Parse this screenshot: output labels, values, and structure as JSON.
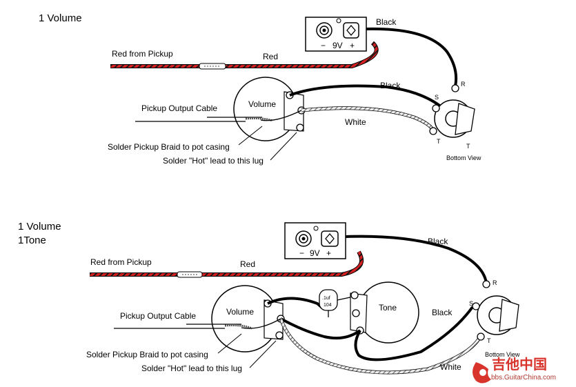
{
  "colors": {
    "red_wire": "#d42020",
    "black_wire": "#111111",
    "white_wire": "#f4f4f4",
    "watermark": "#d8342c"
  },
  "top": {
    "title": "1 Volume",
    "red_from_pickup": "Red from Pickup",
    "red": "Red",
    "black_to_jack": "Black",
    "black_from_pot": "Black",
    "white": "White",
    "pickup_output_cable": "Pickup Output Cable",
    "solder_braid": "Solder Pickup Braid to pot casing",
    "solder_hot": "Solder \"Hot\" lead to this lug",
    "pot_label": "Volume",
    "battery": {
      "minus": "−",
      "voltage": "9V",
      "plus": "+"
    },
    "jack": {
      "r": "R",
      "s": "S",
      "t1": "T",
      "t2": "T",
      "view": "Bottom View"
    }
  },
  "bottom": {
    "title_line1": "1 Volume",
    "title_line2": "1Tone",
    "red_from_pickup": "Red from Pickup",
    "red": "Red",
    "black_to_jack": "Black",
    "black_from_tone": "Black",
    "white": "White",
    "pickup_output_cable": "Pickup Output Cable",
    "solder_braid": "Solder Pickup Braid to pot casing",
    "solder_hot": "Solder \"Hot\" lead to this lug",
    "volume_label": "Volume",
    "tone_label": "Tone",
    "capacitor": {
      "value": ".1uf",
      "code": "104"
    },
    "battery": {
      "minus": "−",
      "voltage": "9V",
      "plus": "+"
    },
    "jack": {
      "r": "R",
      "s": "S",
      "t": "T",
      "view": "Bottom View"
    }
  },
  "watermark": {
    "main": "吉他中国",
    "sub": "bbs.GuitarChina.com"
  }
}
